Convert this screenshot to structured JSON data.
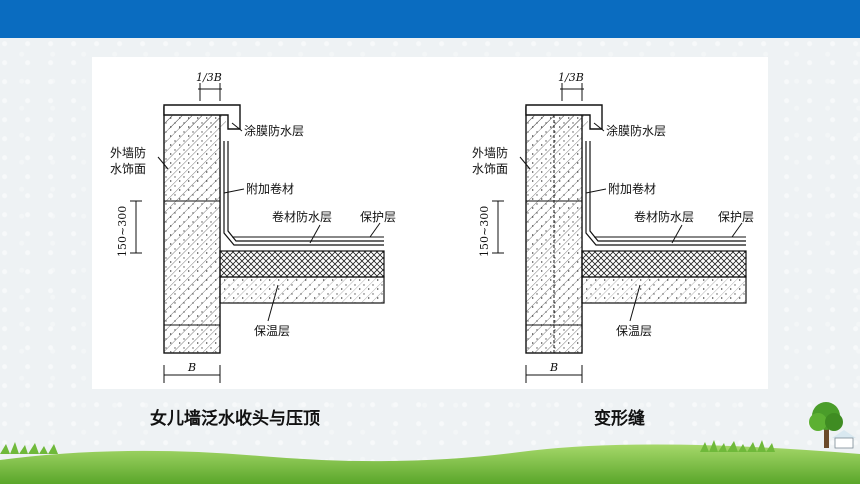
{
  "diagrams": [
    {
      "dim_top": "1/3B",
      "label_coating": "涂膜防水层",
      "label_wall_finish_line1": "外墙防",
      "label_wall_finish_line2": "水饰面",
      "label_extra_membrane": "附加卷材",
      "label_membrane": "卷材防水层",
      "label_protection": "保护层",
      "dim_height": "150~300",
      "label_insulation": "保温层",
      "dim_bottom": "B"
    },
    {
      "dim_top": "1/3B",
      "label_coating": "涂膜防水层",
      "label_wall_finish_line1": "外墙防",
      "label_wall_finish_line2": "水饰面",
      "label_extra_membrane": "附加卷材",
      "label_membrane": "卷材防水层",
      "label_protection": "保护层",
      "dim_height": "150~300",
      "label_insulation": "保温层",
      "dim_bottom": "B"
    }
  ],
  "captions": {
    "left": "女儿墙泛水收头与压顶",
    "right": "变形缝"
  },
  "colors": {
    "header": "#0a6cc0",
    "grass": "#7cc242"
  }
}
